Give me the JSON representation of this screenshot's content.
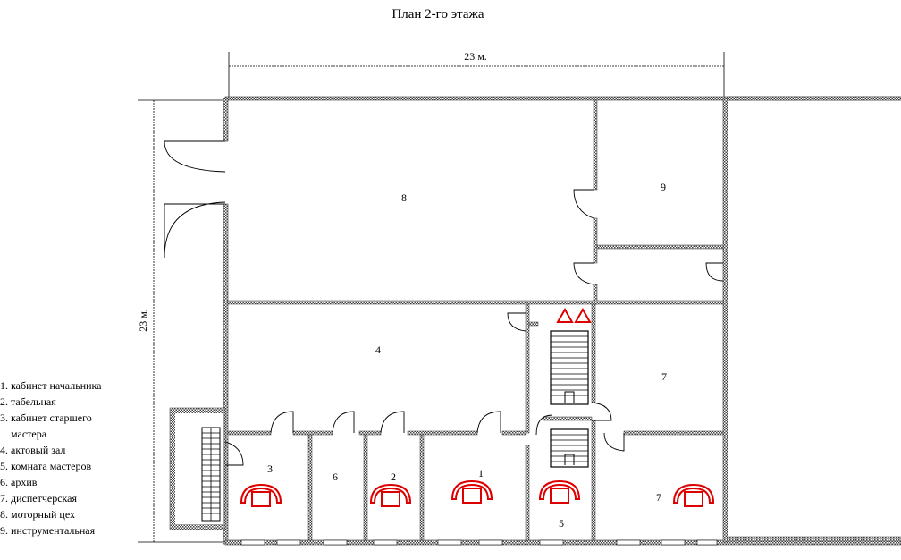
{
  "title": "План 2-го этажа",
  "dimensions": {
    "width": "23 м.",
    "height": "23 м."
  },
  "rooms": [
    {
      "id": "8",
      "label": "8"
    },
    {
      "id": "9",
      "label": "9"
    },
    {
      "id": "4",
      "label": "4"
    },
    {
      "id": "7a",
      "label": "7"
    },
    {
      "id": "3",
      "label": "3"
    },
    {
      "id": "6",
      "label": "6"
    },
    {
      "id": "2",
      "label": "2"
    },
    {
      "id": "1",
      "label": "1"
    },
    {
      "id": "5",
      "label": "5"
    },
    {
      "id": "7b",
      "label": "7"
    }
  ],
  "legend": [
    "1. кабинет начальника",
    "2. табельная",
    "3. кабинет старшего",
    "мастера",
    "4. актовый зал",
    "5. комната мастеров",
    "6. архив",
    "7. диспетчерская",
    "8. моторный цех",
    "9. инструментальная"
  ],
  "colors": {
    "wall": "#555555",
    "furniture": "#dd0000",
    "line": "#000000"
  },
  "icons": [
    "desk-icon",
    "fire-exit-triangle-icon",
    "stair-arrow-icon"
  ]
}
